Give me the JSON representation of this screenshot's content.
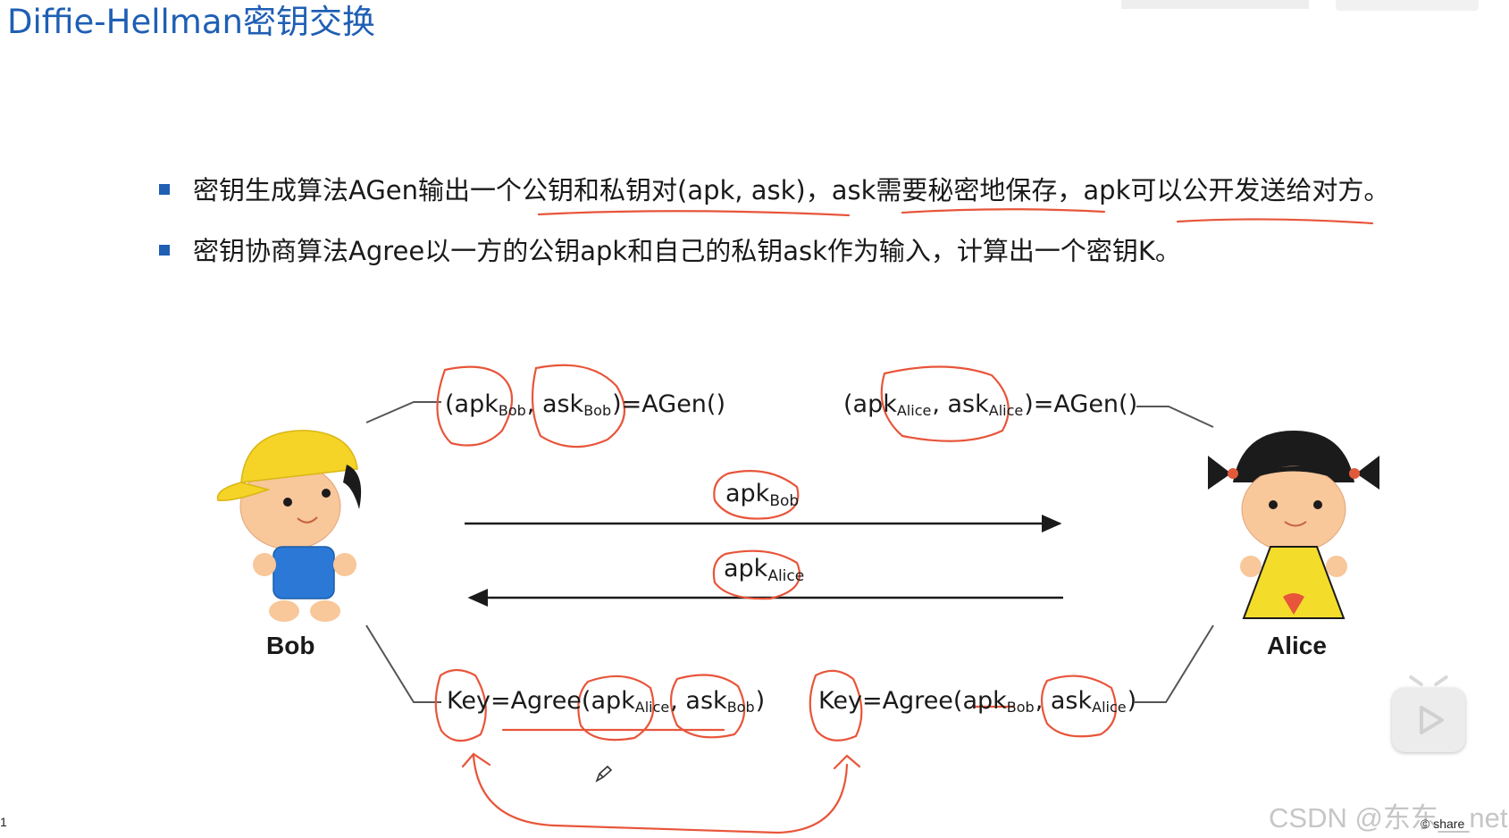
{
  "slide": {
    "title": "Diffie-Hellman密钥交换",
    "number": "1"
  },
  "bullets": [
    "密钥生成算法AGen输出一个公钥和私钥对(apk, ask)，ask需要秘密地保存，apk可以公开发送给对方。",
    "密钥协商算法Agree以一方的公钥apk和自己的私钥ask作为输入，计算出一个密钥K。"
  ],
  "diagram": {
    "bob_name": "Bob",
    "alice_name": "Alice",
    "bob_gen": {
      "open": "(apk",
      "sub1": "Bob",
      "comma": ", ask",
      "sub2": "Bob",
      "close": ")=AGen()"
    },
    "alice_gen": {
      "open": "(apk",
      "sub1": "Alice",
      "comma": ", ask",
      "sub2": "Alice",
      "close": ")=AGen()"
    },
    "msg_to_alice": {
      "main": "apk",
      "sub": "Bob"
    },
    "msg_to_bob": {
      "main": "apk",
      "sub": "Alice"
    },
    "bob_agree": {
      "prefix": "Key=Agree(apk",
      "sub1": "Alice",
      "comma": ", ask",
      "sub2": "Bob",
      "close": ")"
    },
    "alice_agree": {
      "prefix": "Key=Agree(apk",
      "sub1": "Bob",
      "comma": ", ask",
      "sub2": "Alice",
      "close": ")"
    },
    "colors": {
      "annotation": "#e8553a",
      "bob_cap": "#f5d327",
      "bob_shirt": "#2b78d6",
      "alice_dress": "#f3dd2a",
      "skin": "#f8c79a",
      "hair": "#1b1b1b"
    }
  },
  "overlay": {
    "watermark": "CSDN @东东__net",
    "share_label": "© share",
    "play_icon": "play-icon",
    "pen_icon": "pen-cursor-icon"
  }
}
